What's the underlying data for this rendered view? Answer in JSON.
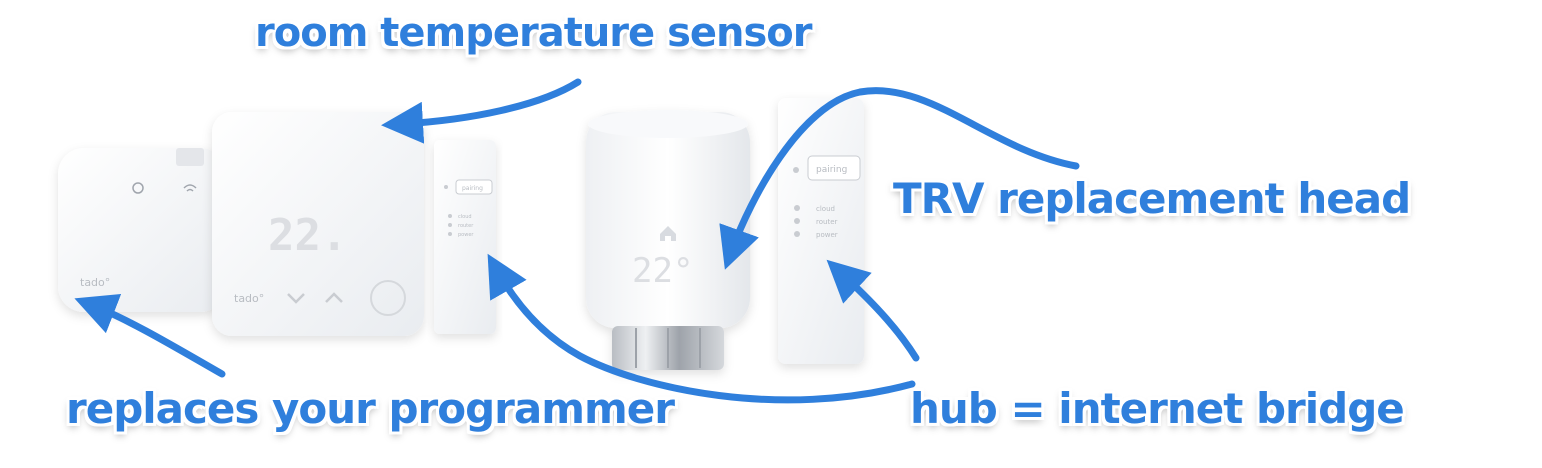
{
  "labels": {
    "sensor": "room temperature sensor",
    "trv": "TRV replacement head",
    "programmer": "replaces your programmer",
    "hub": "hub = internet bridge"
  },
  "devices": {
    "thermostat_display": "22.",
    "trv_display": "22°",
    "brand": "tado°",
    "pairing": "pairing",
    "leds": [
      "cloud",
      "router",
      "power"
    ]
  },
  "colors": {
    "accent": "#2f7fdc",
    "device_white": "#f6f7f9",
    "device_shadow": "#e2e5ea"
  },
  "icons": [
    "power-icon",
    "wifi-icon",
    "home-icon",
    "chevron-down-icon",
    "chevron-up-icon"
  ]
}
